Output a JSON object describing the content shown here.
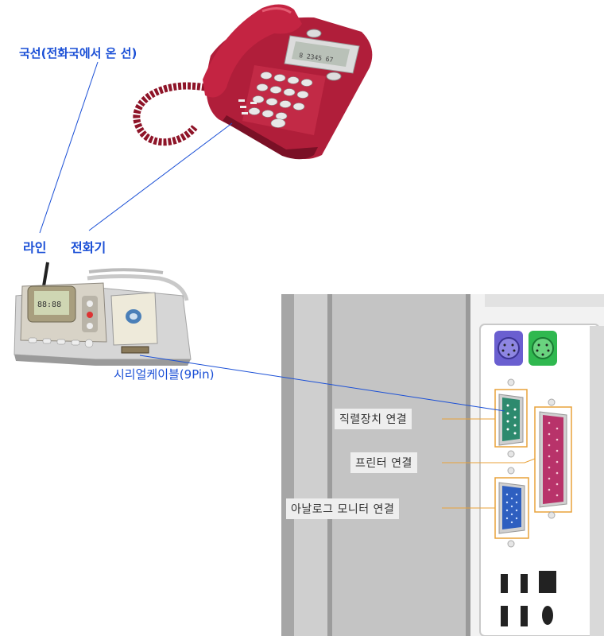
{
  "labels": {
    "incoming_line": "국선(전화국에서 온 선)",
    "line": "라인",
    "telephone": "전화기",
    "serial_cable": "시리얼케이블(9Pin)",
    "serial_port": "직렬장치 연결",
    "printer_port": "프린터 연결",
    "monitor_port": "아날로그 모니터 연결"
  },
  "colors": {
    "label_blue": "#1a4fd6",
    "phone_red": "#b01e3a",
    "port_outline": "#e8a23a",
    "ps2_purple": "#6a5fd0",
    "ps2_green": "#2fb84f",
    "serial_teal": "#2d8a6e",
    "parallel_magenta": "#b8336a",
    "vga_blue": "#2e5fc0"
  },
  "icons": {
    "telephone": "red-desk-telephone",
    "controller": "line-controller-device",
    "pc_back_panel": "pc-rear-io-panel"
  }
}
